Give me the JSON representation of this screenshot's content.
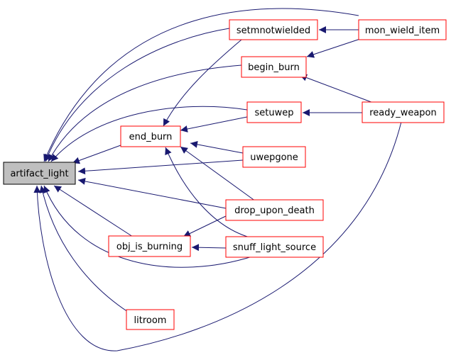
{
  "colors": {
    "edge": "#191970",
    "node_border": "#ff0000",
    "root_border": "#000000",
    "root_fill": "#bfbfbf",
    "node_fill": "#ffffff"
  },
  "nodes": {
    "artifact_light": "artifact_light",
    "end_burn": "end_burn",
    "obj_is_burning": "obj_is_burning",
    "litroom": "litroom",
    "setmnotwielded": "setmnotwielded",
    "begin_burn": "begin_burn",
    "setuwep": "setuwep",
    "uwepgone": "uwepgone",
    "drop_upon_death": "drop_upon_death",
    "snuff_light_source": "snuff_light_source",
    "mon_wield_item": "mon_wield_item",
    "ready_weapon": "ready_weapon"
  }
}
